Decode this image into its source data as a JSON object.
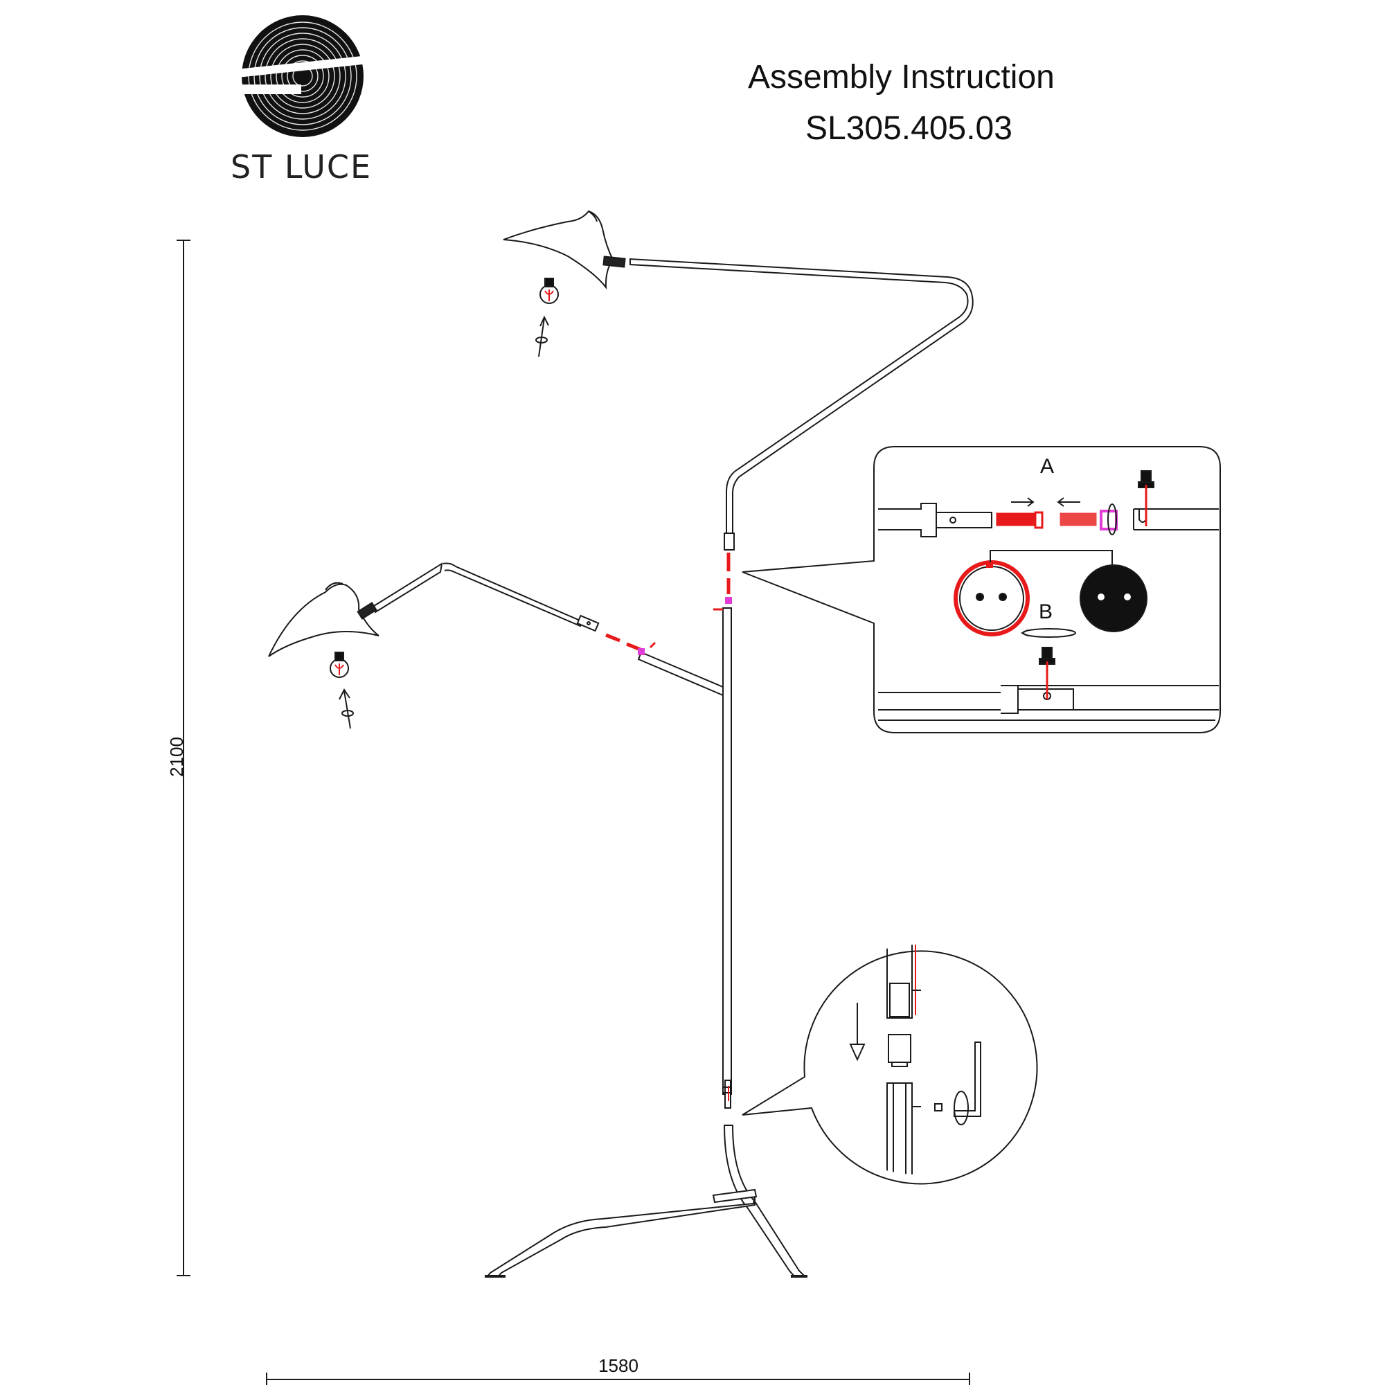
{
  "logo": {
    "brand_text": "ST LUCE"
  },
  "header": {
    "title": "Assembly Instruction",
    "model": "SL305.405.03"
  },
  "dimensions": {
    "height_label": "2100",
    "width_label": "1580"
  },
  "detail_top": {
    "label_a": "A",
    "label_b": "B"
  },
  "colors": {
    "line": "#1a1a1a",
    "highlight": "#e8191a",
    "accent": "#e23cd6",
    "fill_black": "#111111"
  }
}
